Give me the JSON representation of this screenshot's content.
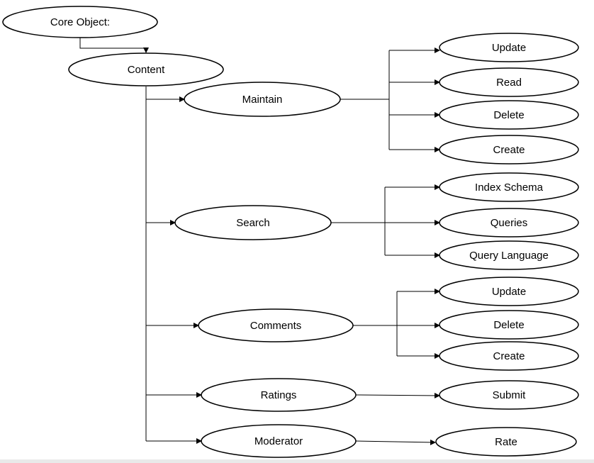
{
  "nodes": {
    "core": "Core Object:",
    "content": "Content",
    "maintain": "Maintain",
    "search": "Search",
    "comments": "Comments",
    "ratings": "Ratings",
    "moderator": "Moderator",
    "maintain_update": "Update",
    "maintain_read": "Read",
    "maintain_delete": "Delete",
    "maintain_create": "Create",
    "search_index_schema": "Index Schema",
    "search_queries": "Queries",
    "search_query_language": "Query Language",
    "comments_update": "Update",
    "comments_delete": "Delete",
    "comments_create": "Create",
    "ratings_submit": "Submit",
    "moderator_rate": "Rate"
  }
}
